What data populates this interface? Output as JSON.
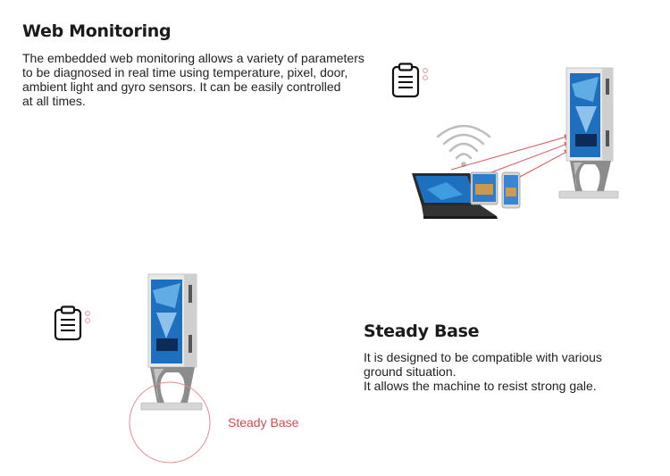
{
  "web_monitoring": {
    "title": "Web Monitoring",
    "description": "The embedded web monitoring allows a variety of parameters\nto be diagnosed in real time using temperature, pixel, door,\nambient light and gyro sensors. It can be easily controlled\nat all times."
  },
  "steady_base": {
    "title": "Steady Base",
    "description": "It is designed to be compatible with various\nground situation.\nIt allows the machine to resist strong gale.",
    "callout_label": "Steady Base"
  },
  "icons": {
    "clipboard": "clipboard-icon",
    "wifi": "wifi-icon"
  },
  "colors": {
    "accent_red": "#e05555",
    "screen_blue": "#1f6fbf",
    "kiosk_frame": "#e8e8e8"
  }
}
